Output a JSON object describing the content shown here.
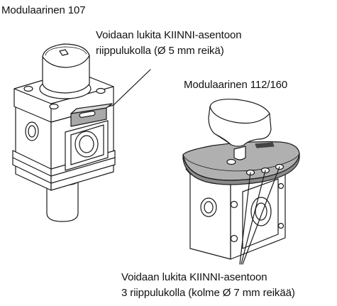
{
  "labels": {
    "model_107": "Modulaarinen 107",
    "lock_107_line1": "Voidaan lukita KIINNI-asentoon",
    "lock_107_line2": "riippulukolla (Ø 5 mm reikä)",
    "model_112_160": "Modulaarinen 112/160",
    "lock_112_line1": "Voidaan lukita KIINNI-asentoon",
    "lock_112_line2": "3 riippulukolla (kolme Ø 7 mm reikää)"
  },
  "colors": {
    "line": "#1a1a1a",
    "body_fill": "#ffffff",
    "light_grey": "#d9d9d9",
    "mid_grey": "#a8a8a8",
    "dark_grey": "#8a8a8a"
  }
}
